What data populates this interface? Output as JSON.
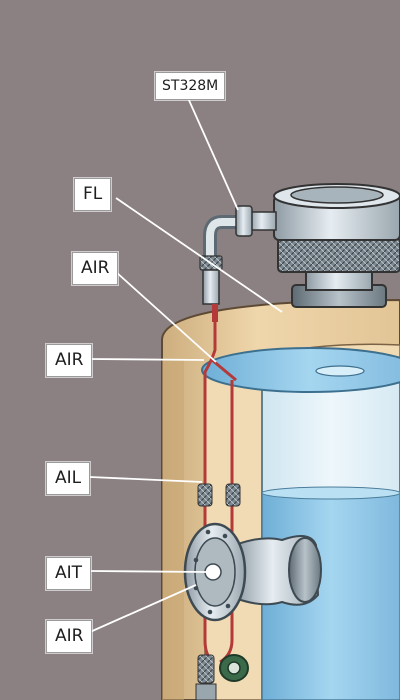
{
  "labels": [
    {
      "id": "st328m",
      "text": "ST328M"
    },
    {
      "id": "fl",
      "text": "FL"
    },
    {
      "id": "air1",
      "text": "AIR"
    },
    {
      "id": "air2",
      "text": "AIR"
    },
    {
      "id": "ail",
      "text": "AIL"
    },
    {
      "id": "ait",
      "text": "AIT"
    },
    {
      "id": "air3",
      "text": "AIR"
    }
  ],
  "colors": {
    "background": "#8b8082",
    "insulation": "#e9cfa2",
    "water": "#8fc6e6",
    "metal": "#c8d2da",
    "pipe_red": "#b43a3a",
    "valve_green": "#3a6a4a"
  }
}
